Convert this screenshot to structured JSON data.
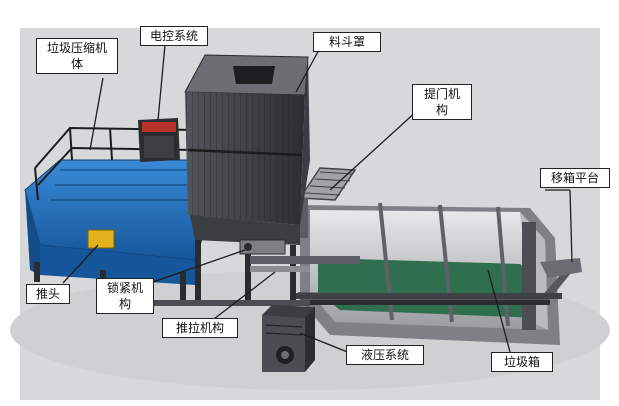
{
  "labels": {
    "compactor_body": [
      "垃圾压缩机",
      "体"
    ],
    "electric_control": "电控系统",
    "hopper_cover": "料斗罩",
    "door_lift": [
      "提门机",
      "构"
    ],
    "box_transfer_platform": "移箱平台",
    "push_head": "推头",
    "locking_mechanism": [
      "锁紧机",
      "构"
    ],
    "push_pull_mechanism": "推拉机构",
    "hydraulic_system": "液压系统",
    "garbage_box": "垃圾箱"
  },
  "colors": {
    "compactor_blue": "#1f6fc0",
    "box_green": "#2f6e4f",
    "frame_gray": "#5a5e64",
    "hopper_dark": "#3d4045"
  }
}
